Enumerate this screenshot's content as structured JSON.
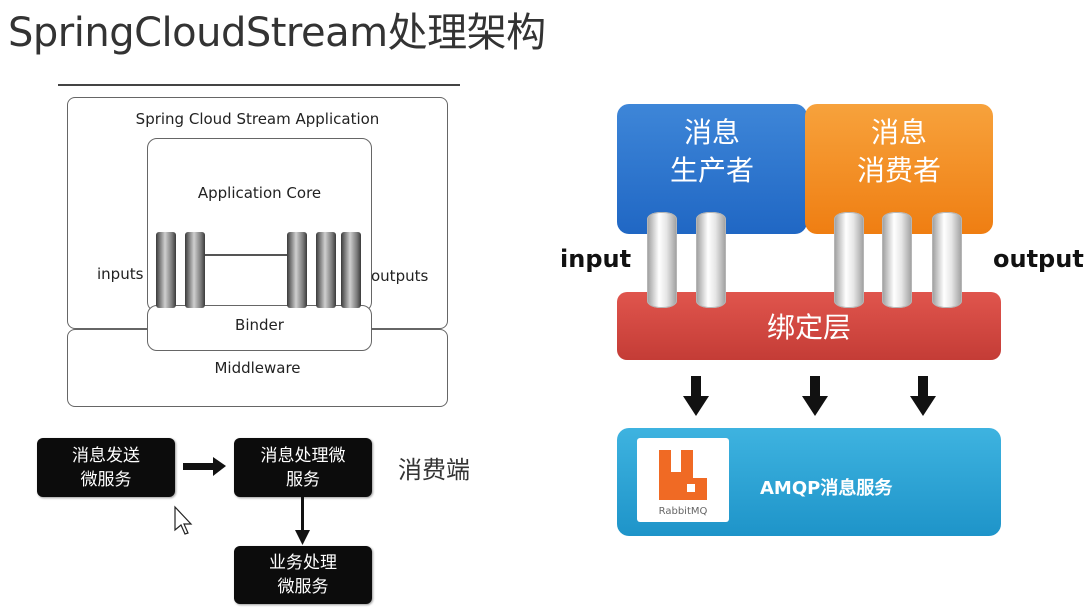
{
  "title": "SpringCloudStream处理架构",
  "left_diagram": {
    "application_label": "Spring Cloud Stream Application",
    "core_label": "Application Core",
    "inputs_label": "inputs",
    "outputs_label": "outputs",
    "binder_label": "Binder",
    "middleware_label": "Middleware"
  },
  "flow": {
    "send_box": "消息发送\n微服务",
    "process_box": "消息处理微\n服务",
    "business_box": "业务处理\n微服务",
    "consumer_side_label": "消费端"
  },
  "right_diagram": {
    "producer": "消息\n生产者",
    "consumer": "消息\n消费者",
    "input_label": "input",
    "output_label": "output",
    "binder_layer": "绑定层",
    "amqp_service": "AMQP消息服务",
    "rabbit_logo_text": "RabbitMQ"
  },
  "colors": {
    "producer": "#2b72cc",
    "consumer": "#f28c1e",
    "binder_layer": "#d0463f",
    "amqp": "#2aa3d6",
    "rabbit_logo": "#f06a24",
    "flow_box": "#0c0c0c"
  }
}
